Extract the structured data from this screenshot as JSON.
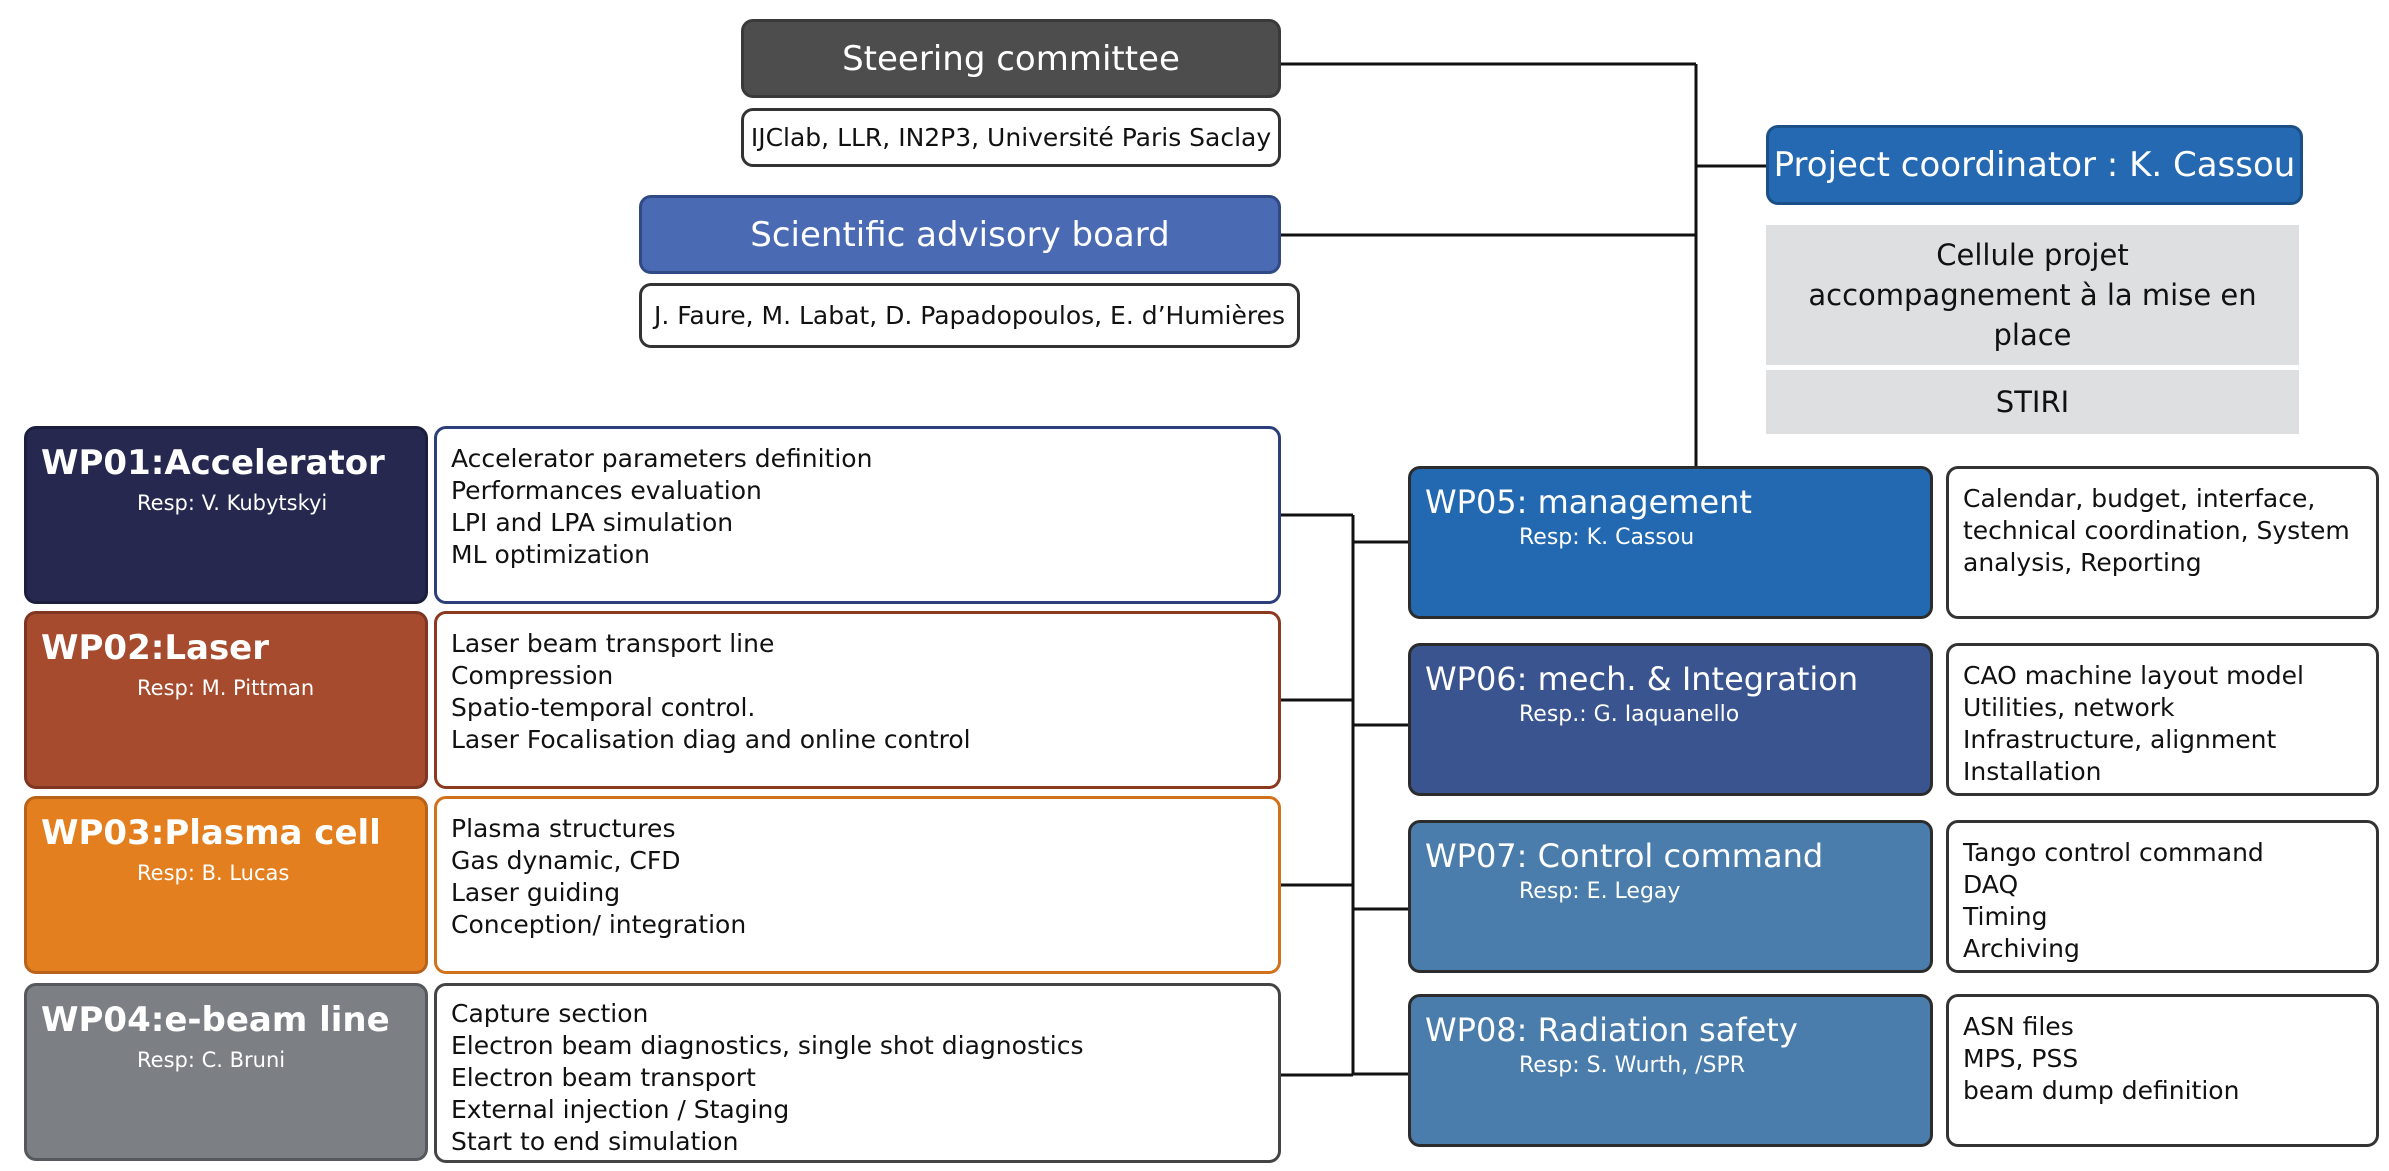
{
  "colors": {
    "steering": "#4d4d4d",
    "advisory": "#4a6bb4",
    "coordinator": "#2469b1",
    "wp01": "#26284f",
    "wp02": "#a64b2e",
    "wp03": "#e47f1f",
    "wp04": "#7c7f84",
    "wp05": "#2369b1",
    "wp06": "#3a548f",
    "wp07": "#4a7dab",
    "wp08": "#4a7dab"
  },
  "steering": {
    "title": "Steering committee",
    "members": "IJClab, LLR, IN2P3, Université Paris Saclay"
  },
  "advisory": {
    "title": "Scientific advisory board",
    "members": "J. Faure, M. Labat, D. Papadopoulos, E. d’Humières"
  },
  "coordinator": {
    "title": "Project coordinator : K. Cassou",
    "cellule_line1": "Cellule projet",
    "cellule_line2": "accompagnement à la mise en place",
    "stiri": "STIRI"
  },
  "wp_left": [
    {
      "title": "WP01:Accelerator",
      "resp": "Resp: V. Kubytskyi",
      "tasks": [
        "Accelerator parameters definition",
        "Performances evaluation",
        "LPI and LPA simulation",
        "ML optimization"
      ]
    },
    {
      "title": "WP02:Laser",
      "resp": "Resp: M. Pittman",
      "tasks": [
        "Laser beam transport line",
        "Compression",
        "Spatio-temporal control.",
        "Laser Focalisation diag and online control"
      ]
    },
    {
      "title": "WP03:Plasma cell",
      "resp": "Resp: B. Lucas",
      "tasks": [
        "Plasma structures",
        "Gas dynamic, CFD",
        "Laser guiding",
        "Conception/ integration"
      ]
    },
    {
      "title": "WP04:e-beam line",
      "resp": "Resp: C. Bruni",
      "tasks": [
        "Capture section",
        "Electron beam diagnostics, single shot diagnostics",
        "Electron beam transport",
        "External injection / Staging",
        "Start to end simulation"
      ]
    }
  ],
  "wp_right": [
    {
      "title": "WP05: management",
      "resp": "Resp: K. Cassou",
      "tasks": [
        "Calendar, budget, interface,",
        "technical coordination, System",
        "analysis, Reporting"
      ]
    },
    {
      "title": "WP06: mech.  & Integration",
      "resp": "Resp.:  G. Iaquanello",
      "tasks": [
        "CAO machine layout model",
        "Utilities, network",
        "Infrastructure, alignment",
        "Installation"
      ]
    },
    {
      "title": "WP07: Control command",
      "resp": "Resp: E. Legay",
      "tasks": [
        "Tango control command",
        "DAQ",
        "Timing",
        "Archiving"
      ]
    },
    {
      "title": "WP08: Radiation safety",
      "resp": "Resp: S. Wurth, /SPR",
      "tasks": [
        "ASN files",
        "MPS,  PSS",
        "beam dump definition"
      ]
    }
  ]
}
